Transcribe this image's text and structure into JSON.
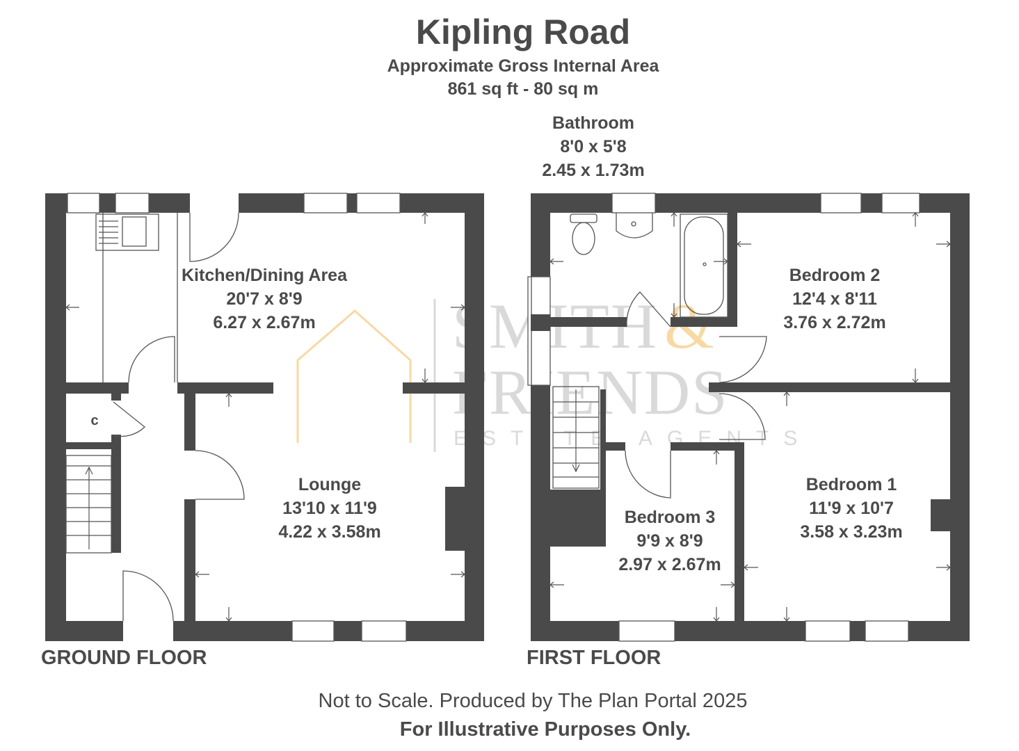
{
  "header": {
    "title": "Kipling Road",
    "subtitle": "Approximate Gross Internal Area",
    "area": "861 sq ft - 80 sq m"
  },
  "floors": {
    "ground": {
      "label": "GROUND FLOOR",
      "rooms": {
        "kitchen": {
          "name": "Kitchen/Dining Area",
          "imperial": "20'7 x 8'9",
          "metric": "6.27 x 2.67m"
        },
        "lounge": {
          "name": "Lounge",
          "imperial": "13'10 x 11'9",
          "metric": "4.22 x 3.58m"
        },
        "cupboard": {
          "name": "C"
        }
      }
    },
    "first": {
      "label": "FIRST FLOOR",
      "rooms": {
        "bathroom": {
          "name": "Bathroom",
          "imperial": "8'0 x 5'8",
          "metric": "2.45 x 1.73m"
        },
        "bedroom2": {
          "name": "Bedroom 2",
          "imperial": "12'4 x 8'11",
          "metric": "3.76 x 2.72m"
        },
        "bedroom1": {
          "name": "Bedroom 1",
          "imperial": "11'9 x 10'7",
          "metric": "3.58 x 3.23m"
        },
        "bedroom3": {
          "name": "Bedroom 3",
          "imperial": "9'9 x 8'9",
          "metric": "2.97 x 2.67m"
        }
      }
    }
  },
  "watermark": {
    "line1": "SMITH",
    "amp": "&",
    "line2": "FRIENDS",
    "line3": "ESTATE AGENTS",
    "colors": {
      "text": "#d9d9d9",
      "accent": "#f8d9a4"
    }
  },
  "footer": {
    "note": "Not to Scale. Produced by The Plan Portal 2025",
    "disclaimer": "For Illustrative Purposes Only."
  },
  "colors": {
    "wall": "#4a4a4a",
    "text": "#4a4a4a"
  }
}
